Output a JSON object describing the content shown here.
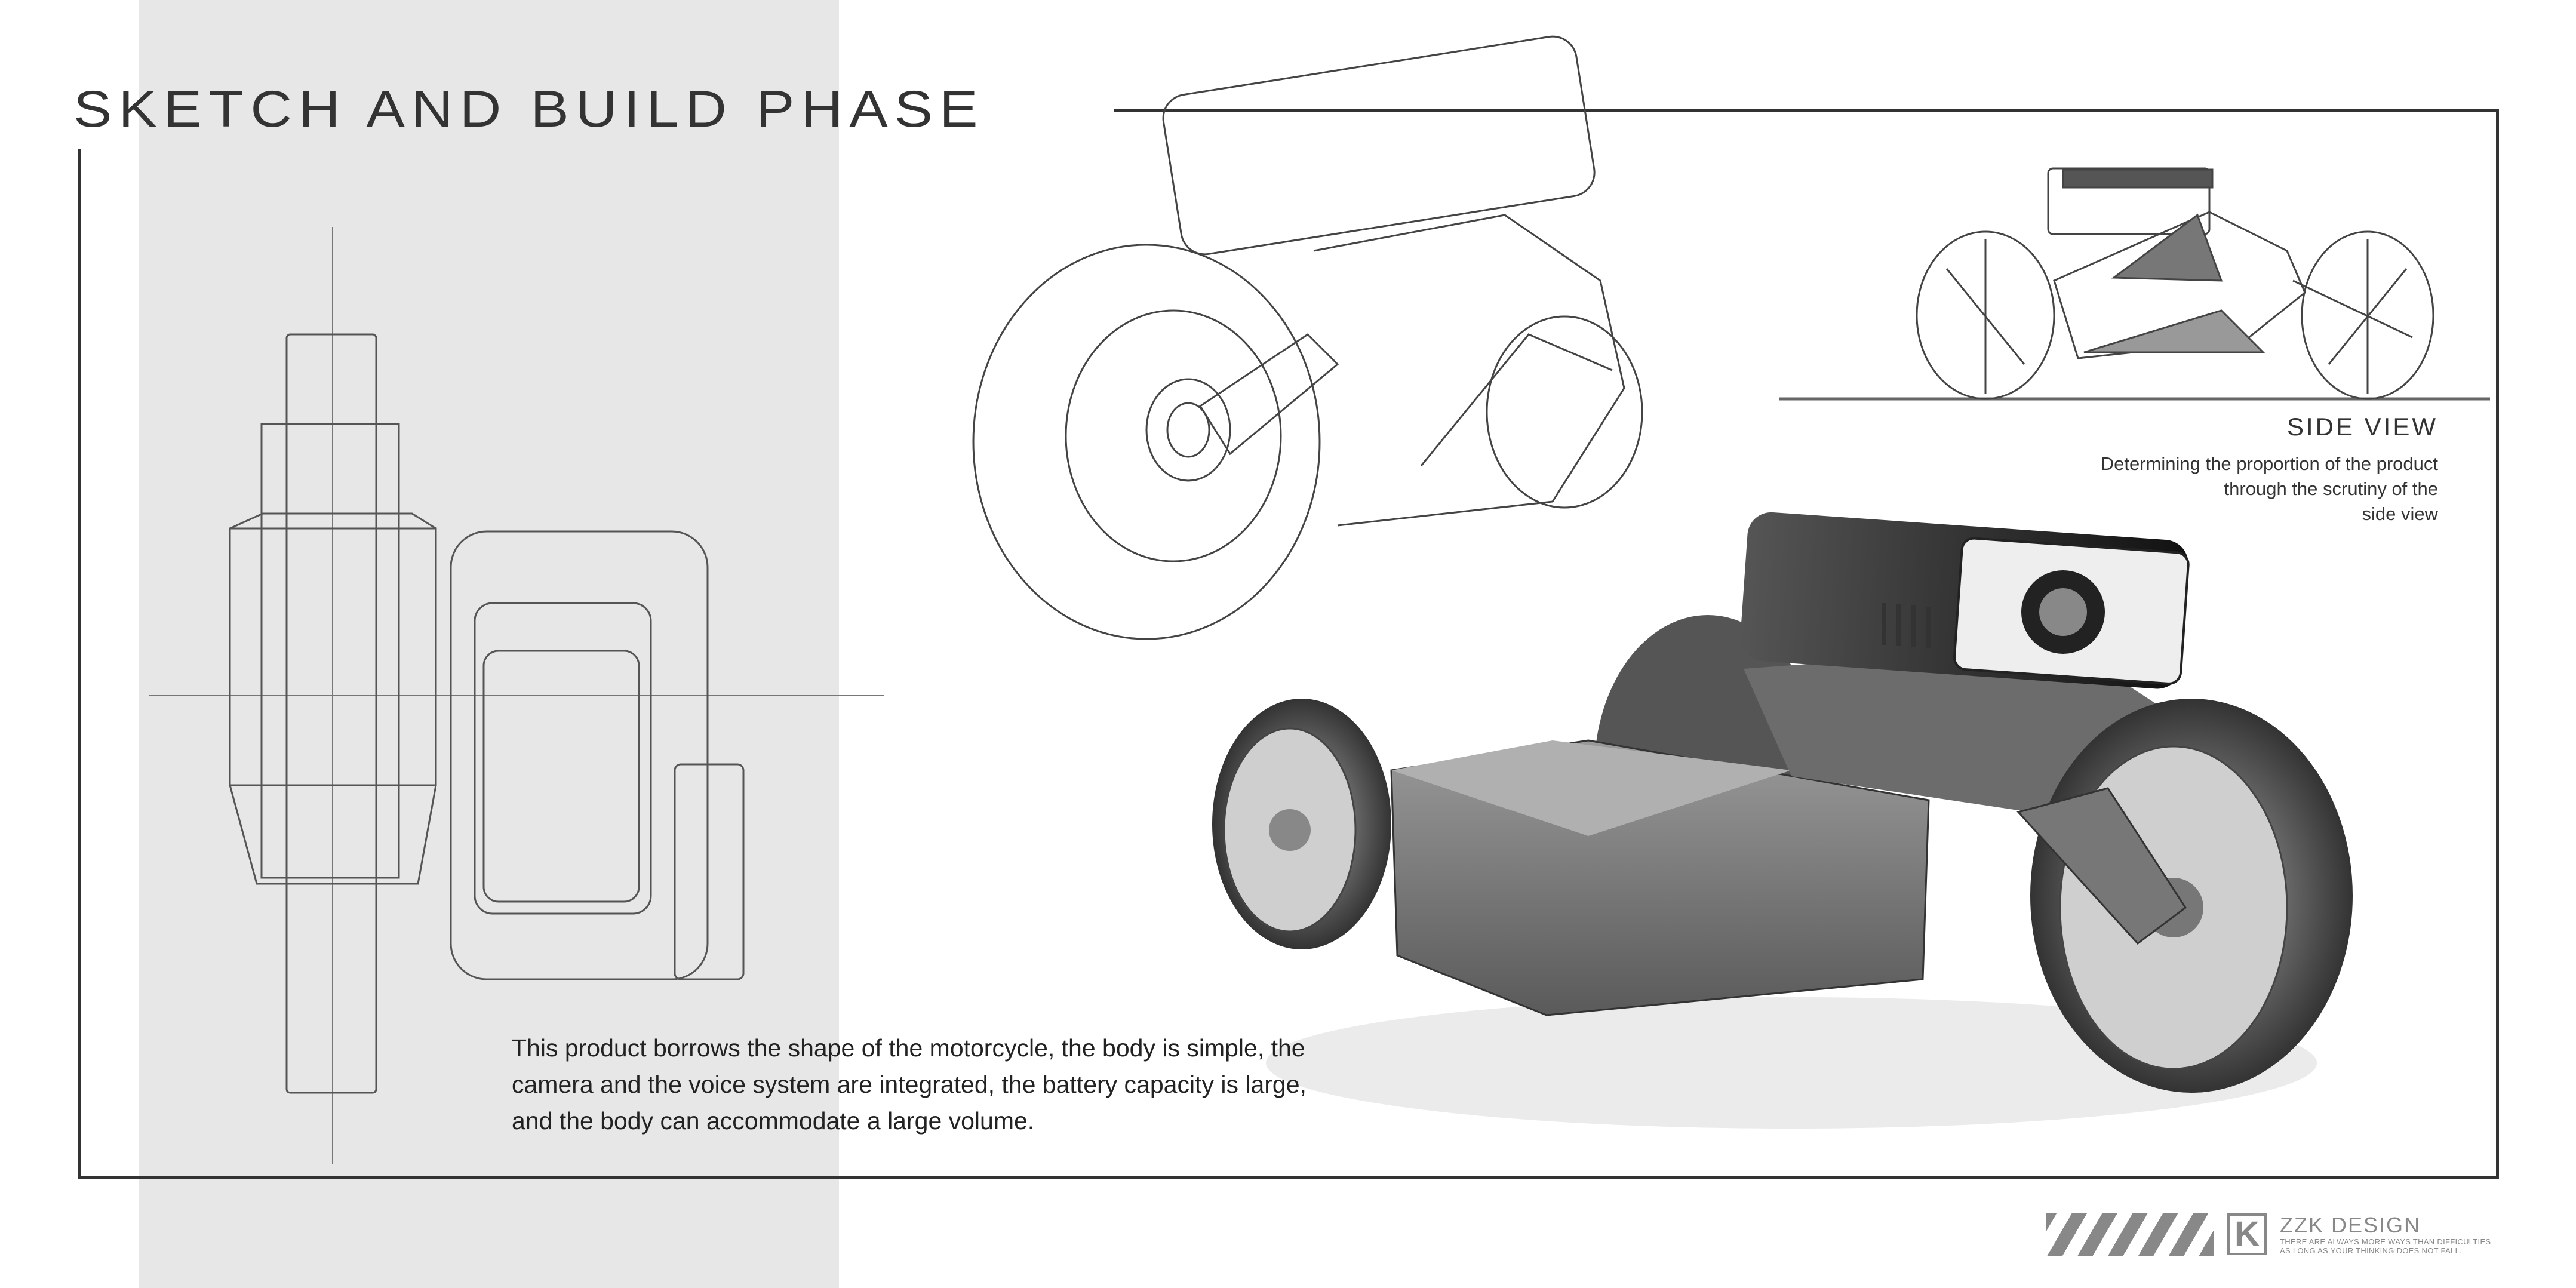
{
  "page": {
    "title": "SKETCH AND BUILD PHASE",
    "description": "This product borrows the shape of the motorcycle, the body is simple, the camera and the voice system are integrated, the battery capacity is large, and the body can accommodate a large volume."
  },
  "side_view": {
    "title": "SIDE VIEW",
    "line1": "Determining the proportion of the product",
    "line2": "through the scrutiny of the",
    "line3": "side view"
  },
  "logo": {
    "mark": "K",
    "name": "ZZK  DESIGN",
    "tagline1": "THERE ARE ALWAYS MORE WAYS THAN DIFFICULTIES",
    "tagline2": "AS LONG AS YOUR THINKING DOES NOT FALL."
  },
  "illustrations": {
    "top_view": "top-view-orthographic-sketch",
    "line_sketch": "perspective-line-sketch",
    "side_sketch": "side-view-sketch",
    "render": "shaded-render"
  },
  "colors": {
    "ink": "#333333",
    "band": "#e7e7e7",
    "logo_gray": "#888888"
  }
}
